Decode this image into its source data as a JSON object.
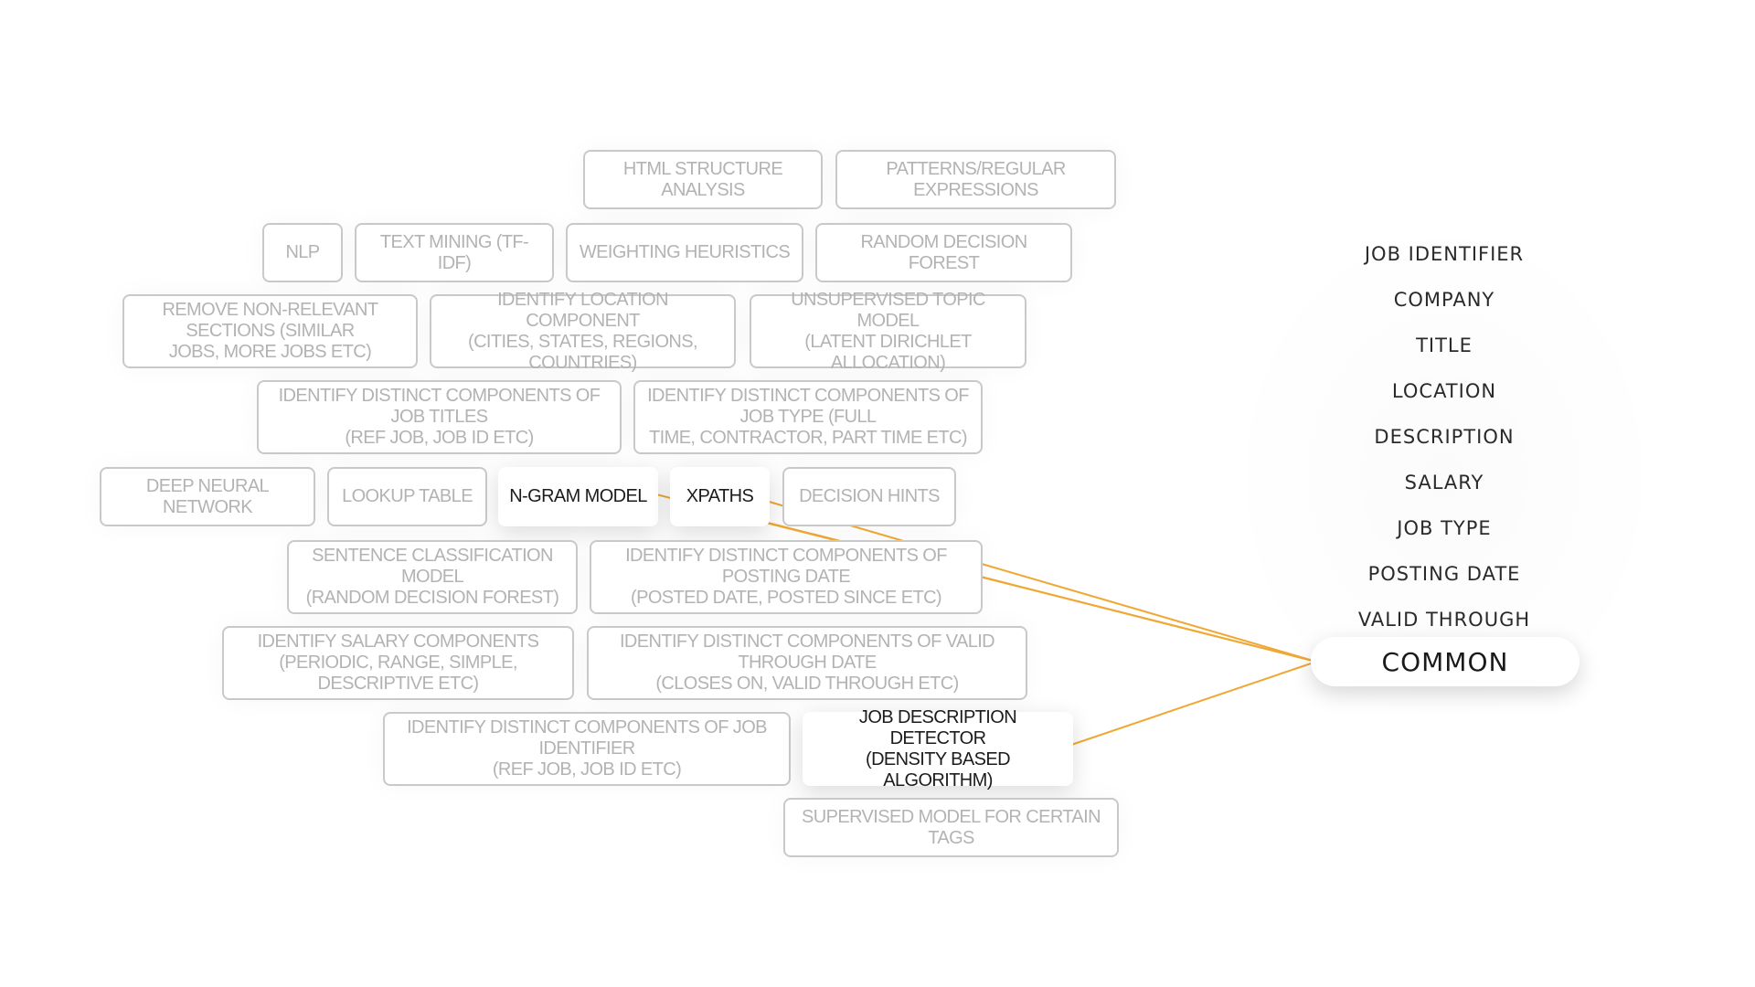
{
  "techniques": {
    "html_structure_analysis": "HTML STRUCTURE ANALYSIS",
    "patterns_regex": "PATTERNS/REGULAR EXPRESSIONS",
    "nlp": "NLP",
    "text_mining": "TEXT MINING (TF-IDF)",
    "weighting_heuristics": "WEIGHTING HEURISTICS",
    "random_decision_forest": "RANDOM DECISION FOREST",
    "remove_non_relevant": "REMOVE NON-RELEVANT SECTIONS (SIMILAR\nJOBS, MORE JOBS ETC)",
    "identify_location": "IDENTIFY LOCATION COMPONENT\n(CITIES, STATES, REGIONS, COUNTRIES)",
    "unsupervised_topic": "UNSUPERVISED TOPIC MODEL\n(LATENT DIRICHLET ALLOCATION)",
    "job_titles": "IDENTIFY DISTINCT COMPONENTS OF JOB TITLES\n(REF JOB, JOB ID ETC)",
    "job_type": "IDENTIFY DISTINCT COMPONENTS OF JOB TYPE (FULL\nTIME, CONTRACTOR, PART TIME ETC)",
    "deep_neural_network": "DEEP NEURAL NETWORK",
    "lookup_table": "LOOKUP TABLE",
    "ngram_model": "N-GRAM MODEL",
    "xpaths": "XPATHS",
    "decision_hints": "DECISION HINTS",
    "sentence_classification": "SENTENCE CLASSIFICATION MODEL\n(RANDOM DECISION FOREST)",
    "posting_date": "IDENTIFY DISTINCT COMPONENTS OF POSTING DATE\n(POSTED DATE, POSTED SINCE ETC)",
    "salary_components": "IDENTIFY SALARY COMPONENTS\n(PERIODIC, RANGE, SIMPLE, DESCRIPTIVE ETC)",
    "valid_through": "IDENTIFY DISTINCT COMPONENTS OF VALID THROUGH DATE\n(CLOSES ON, VALID THROUGH ETC)",
    "job_identifier": "IDENTIFY DISTINCT COMPONENTS OF JOB IDENTIFIER\n(REF JOB, JOB ID ETC)",
    "job_description_detector": "JOB DESCRIPTION DETECTOR\n(DENSITY BASED ALGORITHM)",
    "supervised_model": "SUPERVISED MODEL FOR CERTAIN TAGS"
  },
  "categories": {
    "job_identifier": "JOB IDENTIFIER",
    "company": "COMPANY",
    "title": "TITLE",
    "location": "LOCATION",
    "description": "DESCRIPTION",
    "salary": "SALARY",
    "job_type": "JOB TYPE",
    "posting_date": "POSTING DATE",
    "valid_through": "VALID THROUGH",
    "common": "COMMON"
  },
  "selected_category": "common",
  "active_techniques": [
    "ngram_model",
    "xpaths",
    "job_description_detector"
  ],
  "colors": {
    "link": "#f0a834",
    "box_border": "#c9c9c9",
    "inactive_text": "#b3b3b3",
    "active_text": "#1c1c1c"
  }
}
